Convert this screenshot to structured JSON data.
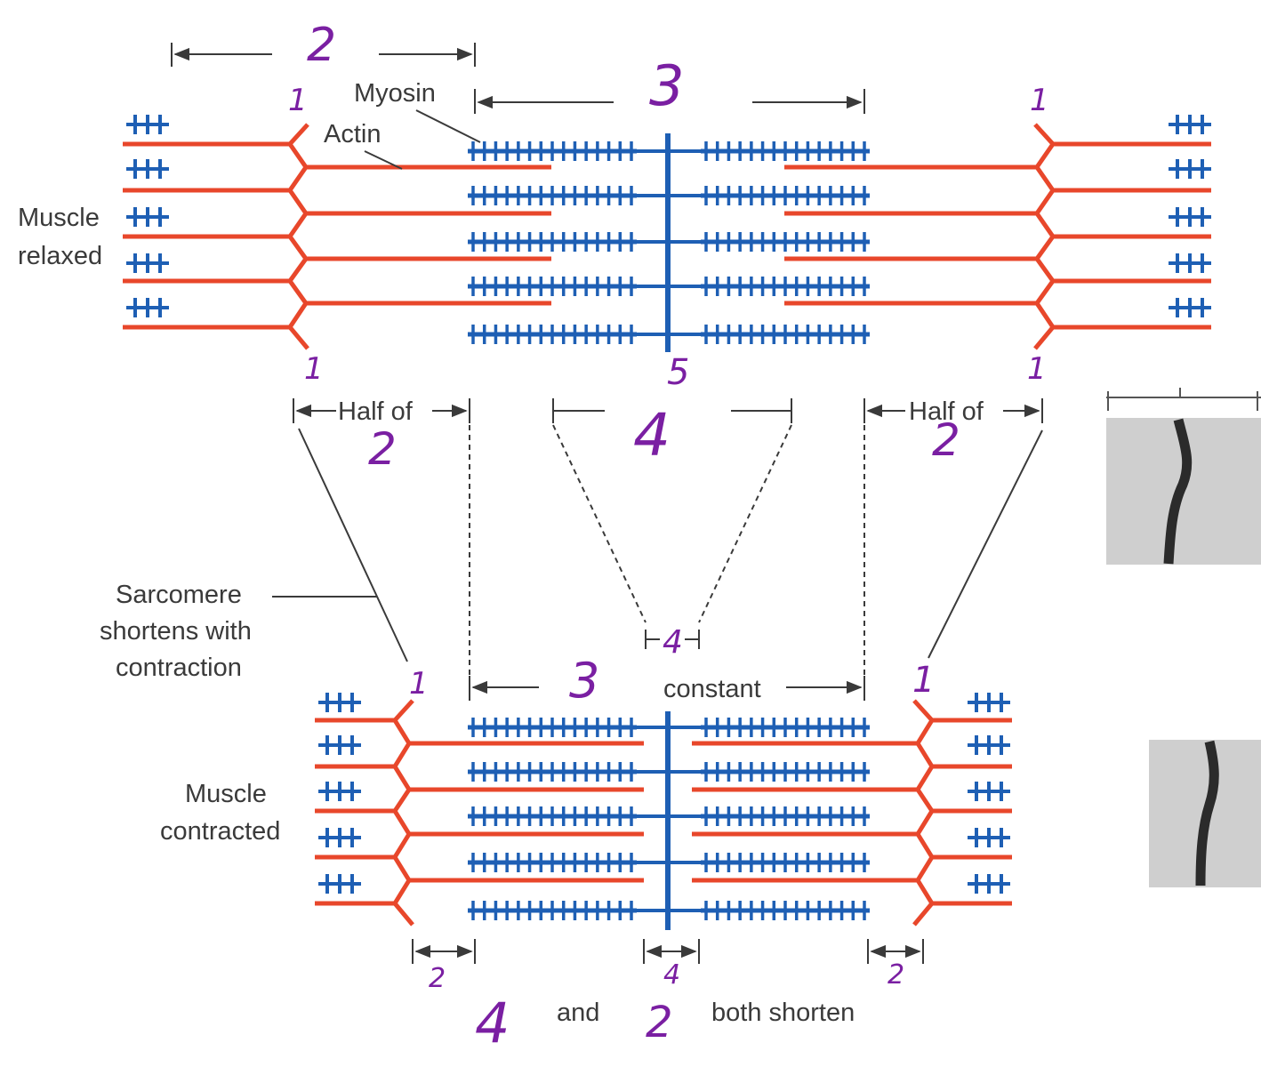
{
  "labels": {
    "myosin": "Myosin",
    "actin": "Actin",
    "muscle": "Muscle",
    "relaxed": "relaxed",
    "contracted": "contracted",
    "half_of": "Half of",
    "sarcomere_1": "Sarcomere",
    "sarcomere_2": "shortens with",
    "sarcomere_3": "contraction",
    "constant": "constant",
    "and": "and",
    "both_shorten": "both shorten"
  },
  "handwritten": {
    "n1": "1",
    "n2": "2",
    "n3": "3",
    "n4": "4",
    "n5": "5"
  },
  "colors": {
    "actin": "#e8472b",
    "myosin": "#1e5fb4",
    "annotation": "#7a1fa2",
    "label": "#3a3a3a"
  }
}
